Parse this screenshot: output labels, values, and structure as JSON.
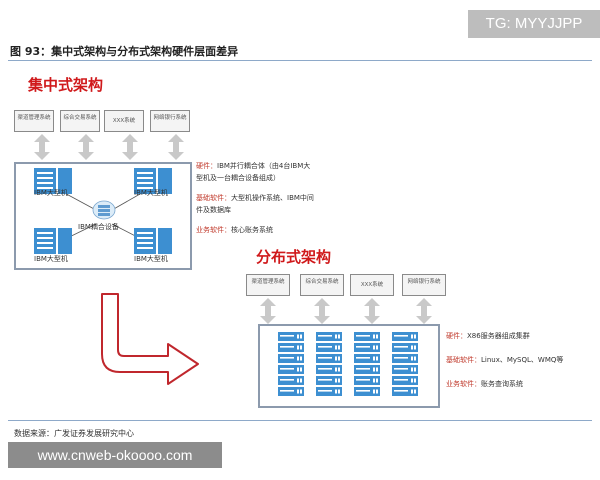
{
  "watermark_top": "TG: MYYJJPP",
  "figure_title": "图 93：集中式架构与分布式架构硬件层面差异",
  "centralized": {
    "title": "集中式架构",
    "systems": [
      "渠道管理系统",
      "综合交易系统",
      "XXX系统",
      "网络银行系统"
    ],
    "mainframe_label": "IBM大型机",
    "coupler_label": "IBM耦合设备",
    "desc": {
      "hardware_key": "硬件：",
      "hardware_val": "IBM并行耦合体（由4台IBM大型机及一台耦合设备组成）",
      "base_key": "基础软件：",
      "base_val": "大型机操作系统、IBM中间件及数据库",
      "biz_key": "业务软件：",
      "biz_val": "核心账务系统"
    }
  },
  "distributed": {
    "title": "分布式架构",
    "systems": [
      "渠道管理系统",
      "综合交易系统",
      "XXX系统",
      "网络银行系统"
    ],
    "desc": {
      "hardware_key": "硬件：",
      "hardware_val": "X86服务器组成集群",
      "base_key": "基础软件：",
      "base_val": "Linux、MySQL、WMQ等",
      "biz_key": "业务软件：",
      "biz_val": "账务查询系统"
    }
  },
  "source": "数据来源：广发证券发展研究中心",
  "watermark_bottom": "www.cnweb-okoooo.com",
  "colors": {
    "accent_red": "#d0191b",
    "arrow_grey": "#c9c9c9",
    "server_blue": "#3d8fd1",
    "frame": "#8c9aad"
  }
}
